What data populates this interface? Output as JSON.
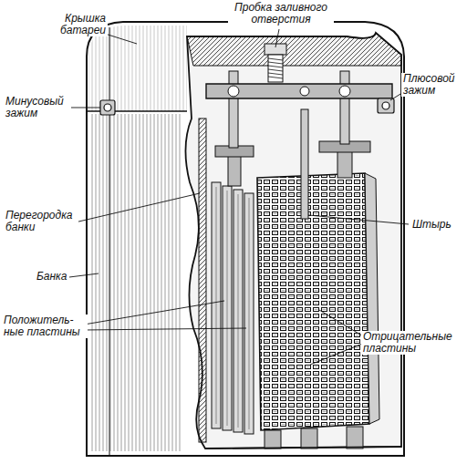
{
  "diagram": {
    "labels": [
      "Крышка батареи",
      "Пробка заливного отверстия",
      "Минусовый зажим",
      "Плюсовой зажим",
      "Перегородка банки",
      "Штырь",
      "Банка",
      "Положитель- ные пластины",
      "Отрицательные пластины"
    ]
  }
}
